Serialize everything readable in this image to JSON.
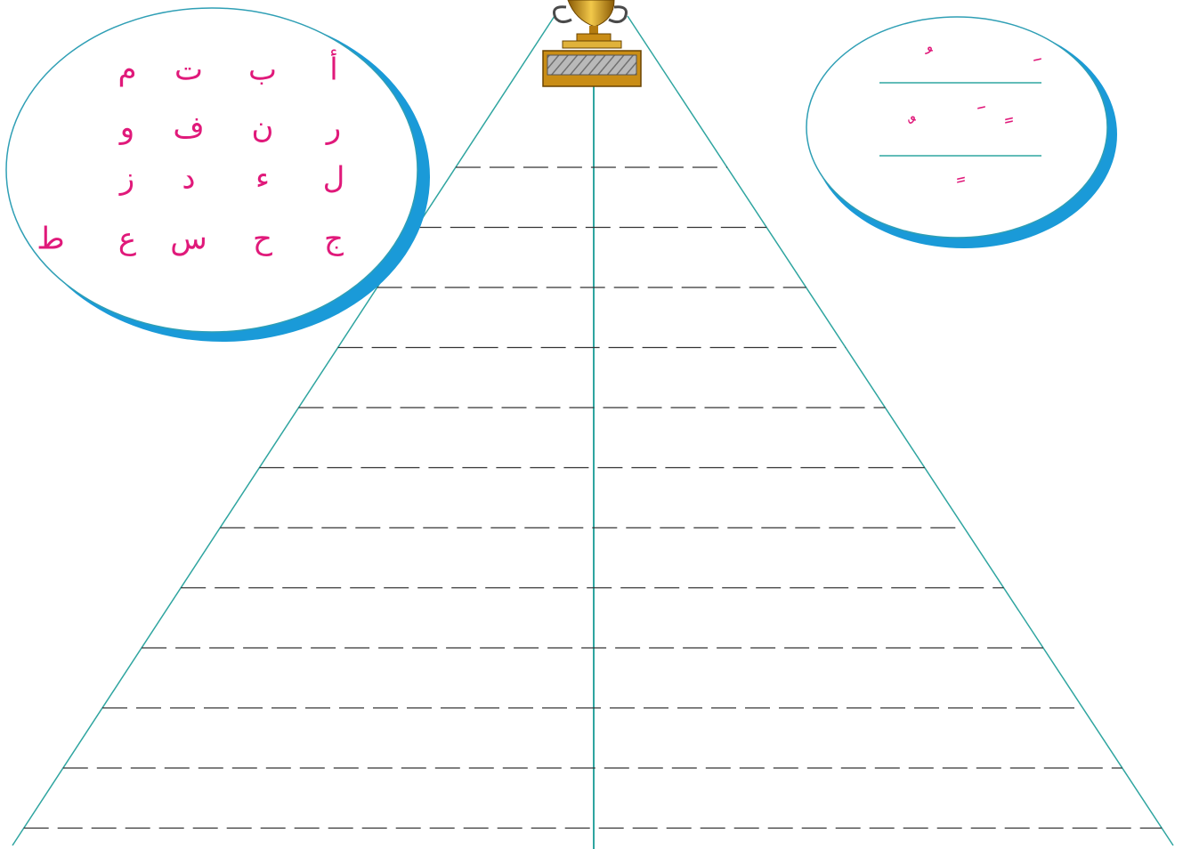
{
  "colors": {
    "line": "#2fa5a0",
    "bubble_shadow": "#1a9ad8",
    "bubble_outline": "#2f9fb5",
    "letter": "#e0197a",
    "trophy_gold": "#c98d16",
    "plaque": "#9a9a9a"
  },
  "letter_bubble": {
    "rows": [
      [
        "أ",
        "ب",
        "ت",
        "م"
      ],
      [
        "ر",
        "ن",
        "ف",
        "و"
      ],
      [
        "ل",
        "ء",
        "د",
        "ز"
      ],
      [
        "ج",
        "ح",
        "س",
        "ع",
        "ط"
      ]
    ]
  },
  "vowel_bubble": {
    "marks": [
      "َ",
      "ُ",
      "ِ",
      "ً",
      "ٌ",
      "ٍ"
    ]
  },
  "pyramid": {
    "writing_lines": 12,
    "icon": "trophy-icon"
  }
}
